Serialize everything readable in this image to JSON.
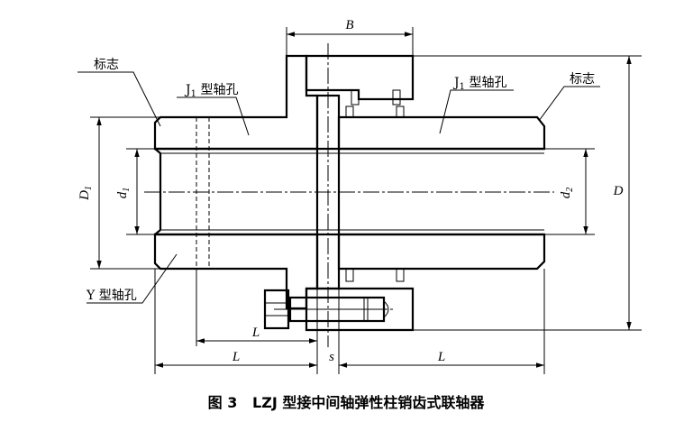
{
  "figure": {
    "caption": "图 3   LZJ 型接中间轴弹性柱销齿式联轴器",
    "labels": {
      "mark_left": "标志",
      "mark_right": "标志",
      "bore_j1_left": "J",
      "bore_j1_left_sub": "1",
      "bore_j1_left_rest": " 型轴孔",
      "bore_j1_right": "J",
      "bore_j1_right_sub": "1",
      "bore_j1_right_rest": " 型轴孔",
      "bore_y": "Y 型轴孔"
    },
    "dimensions": {
      "B": "B",
      "D": "D",
      "D1": "D",
      "D1_sub": "1",
      "d1": "d",
      "d1_sub": "1",
      "d2": "d",
      "d2_sub": "2",
      "L_inner": "L",
      "L_left": "L",
      "s": "s",
      "L_right": "L"
    }
  }
}
